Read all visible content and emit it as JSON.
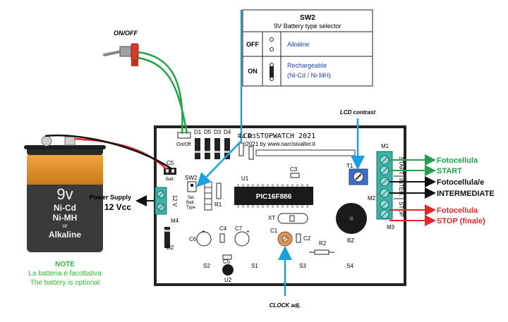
{
  "labels": {
    "on_off": "ON/OFF",
    "lcd_contrast": "LCD contrast",
    "clock_adj": "CLOCK adj.",
    "power_supply": "Power Supply",
    "power_supply_voltage": "12 Vcc"
  },
  "battery": {
    "voltage": "9v",
    "types": [
      "Ni-Cd",
      "Ni-MH",
      "or",
      "Alkaline"
    ]
  },
  "note": {
    "title": "NOTE",
    "line_it": "La batteria è facoltativa",
    "line_en": "The battery is optional"
  },
  "sw2_table": {
    "title": "SW2",
    "subtitle": "9V Battery type selector",
    "off_label": "OFF",
    "off_value": "Alkaline",
    "on_label": "ON",
    "on_value_1": "Rechargeable",
    "on_value_2": "(Ni-Cd / Ni-MH)"
  },
  "board": {
    "title": "LCD STOPWATCH 2021",
    "copyright": "(c)2021 by www.narcisivalter.it",
    "chip": "PIC16F886",
    "comp_d1": "D1",
    "comp_d5": "D5",
    "comp_d3": "D3",
    "comp_d4": "D4",
    "comp_r4": "R4",
    "comp_r3": "R3",
    "comp_u1": "U1",
    "comp_c3": "C3",
    "comp_t1": "T1",
    "comp_sw2": "SW2",
    "comp_r1": "R1",
    "comp_c5_conn": "C5",
    "batt_label": "Batt.",
    "onoff_label": "On/Off",
    "sel_1": "Sel.",
    "sel_2": "Batt.",
    "sel_3": "Type",
    "v12_label": "12 V",
    "m4": "M4",
    "m1": "M1",
    "m2": "M2",
    "m3": "M3",
    "start": "START",
    "inter": "INTER.",
    "stop": "STOP",
    "comp_d2": "D2",
    "comp_c6": "C6",
    "comp_c4": "C4",
    "comp_c7": "C7",
    "comp_xt": "XT",
    "comp_c1": "C1",
    "comp_c2": "C2",
    "comp_r2": "R2",
    "comp_bz": "BZ",
    "comp_c5": "C5",
    "comp_u2": "U2",
    "comp_s1": "S1",
    "comp_s2": "S2",
    "comp_s3": "S3",
    "comp_s4": "S4"
  },
  "outputs": {
    "start_1": "Fotocellula",
    "start_2": "START",
    "inter_1": "Fotocellula/e",
    "inter_2": "INTERMEDIATE",
    "stop_1": "Fotocellula",
    "stop_2": "STOP (finale)"
  },
  "colors": {
    "green": "#22a04a",
    "red": "#e8262a",
    "blue": "#1aa0e0",
    "terminal": "#3bb3a8",
    "note_green": "#2eb82e"
  }
}
